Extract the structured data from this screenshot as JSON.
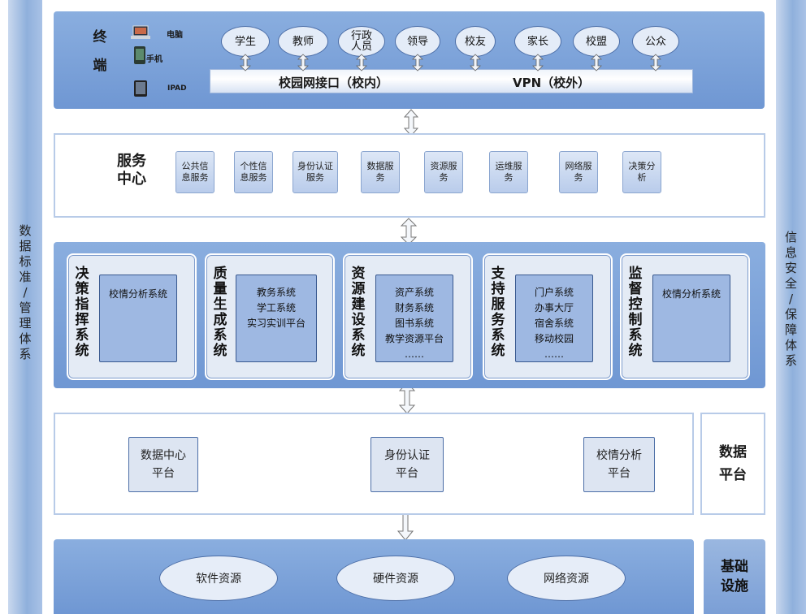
{
  "left_sidebar": {
    "label": [
      "数",
      "据",
      "标",
      "准",
      "/",
      "管",
      "理",
      "体",
      "系"
    ]
  },
  "right_sidebar": {
    "label": [
      "信",
      "息",
      "安",
      "全",
      "/",
      "保",
      "障",
      "体",
      "系"
    ]
  },
  "terminal": {
    "title": [
      "终",
      "端"
    ],
    "devices": [
      {
        "icon": "laptop-icon",
        "label": "电脑"
      },
      {
        "icon": "phone-icon",
        "label": "手机"
      },
      {
        "icon": "tablet-icon",
        "label": "IPAD"
      }
    ],
    "users": [
      "学生",
      "教师",
      "行政人员",
      "领导",
      "校友",
      "家长",
      "校盟",
      "公众"
    ],
    "interface_left": "校园网接口（校内）",
    "interface_right": "VPN（校外）"
  },
  "service_center": {
    "title": [
      "服务",
      "中心"
    ],
    "items": [
      "公共信息服务",
      "个性信息服务",
      "身份认证服务",
      "数据服务",
      "资源服务",
      "运维服务",
      "网络服务",
      "决策分析"
    ]
  },
  "systems": [
    {
      "title": [
        "决",
        "策",
        "指",
        "挥",
        "系",
        "统"
      ],
      "content": [
        "校情分析系统"
      ]
    },
    {
      "title": [
        "质",
        "量",
        "生",
        "成",
        "系",
        "统"
      ],
      "content": [
        "教务系统",
        "学工系统",
        "实习实训平台"
      ]
    },
    {
      "title": [
        "资",
        "源",
        "建",
        "设",
        "系",
        "统"
      ],
      "content": [
        "资产系统",
        "财务系统",
        "图书系统",
        "教学资源平台",
        "……"
      ]
    },
    {
      "title": [
        "支",
        "持",
        "服",
        "务",
        "系",
        "统"
      ],
      "content": [
        "门户系统",
        "办事大厅",
        "宿舍系统",
        "移动校园",
        "……"
      ]
    },
    {
      "title": [
        "监",
        "督",
        "控",
        "制",
        "系",
        "统"
      ],
      "content": [
        "校情分析系统"
      ]
    }
  ],
  "data_platform": {
    "title": [
      "数据",
      "平台"
    ],
    "items": [
      [
        "数据中心",
        "平台"
      ],
      [
        "身份认证",
        "平台"
      ],
      [
        "校情分析",
        "平台"
      ]
    ]
  },
  "infrastructure": {
    "title": [
      "基础",
      "设施"
    ],
    "items": [
      "软件资源",
      "硬件资源",
      "网络资源"
    ]
  },
  "colors": {
    "accent_blue": "#7b9fd6",
    "node_border": "#4c6ea7",
    "panel_border": "#b8cbe8"
  }
}
